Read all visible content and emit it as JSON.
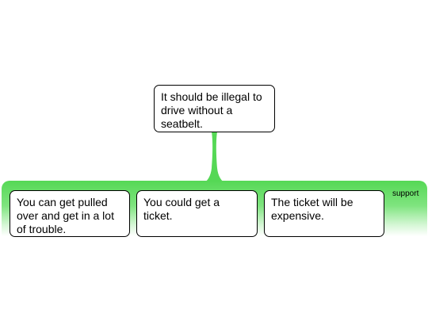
{
  "diagram": {
    "claim": "It should be illegal to drive without a seatbelt.",
    "group_label": "support",
    "reasons": [
      "You can get pulled over and get in a lot of trouble.",
      "You could get a ticket.",
      "The ticket will be expensive."
    ],
    "colors": {
      "support_green": "#55d855",
      "box_border": "#000000",
      "box_fill": "#ffffff"
    }
  }
}
